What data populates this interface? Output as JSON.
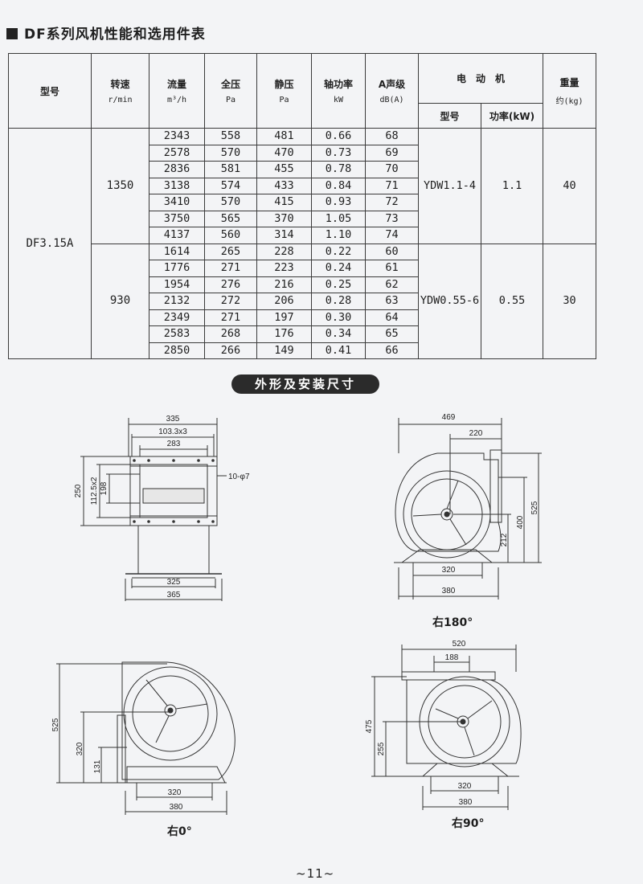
{
  "title": "DF系列风机性能和选用件表",
  "table": {
    "headers": {
      "model": "型号",
      "speed": "转速",
      "speed_unit": "r/min",
      "flow": "流量",
      "flow_unit": "m³/h",
      "total_pressure": "全压",
      "total_pressure_unit": "Pa",
      "static_pressure": "静压",
      "static_pressure_unit": "Pa",
      "shaft_power": "轴功率",
      "shaft_power_unit": "kW",
      "noise": "A声级",
      "noise_unit": "dB(A)",
      "motor": "电　动　机",
      "motor_model": "型号",
      "motor_power": "功率(kW)",
      "weight": "重量",
      "weight_unit": "约(kg)"
    },
    "model_name": "DF3.15A",
    "groups": [
      {
        "speed": "1350",
        "motor_model": "YDW1.1-4",
        "motor_power": "1.1",
        "weight": "40",
        "rows": [
          [
            "2343",
            "558",
            "481",
            "0.66",
            "68"
          ],
          [
            "2578",
            "570",
            "470",
            "0.73",
            "69"
          ],
          [
            "2836",
            "581",
            "455",
            "0.78",
            "70"
          ],
          [
            "3138",
            "574",
            "433",
            "0.84",
            "71"
          ],
          [
            "3410",
            "570",
            "415",
            "0.93",
            "72"
          ],
          [
            "3750",
            "565",
            "370",
            "1.05",
            "73"
          ],
          [
            "4137",
            "560",
            "314",
            "1.10",
            "74"
          ]
        ]
      },
      {
        "speed": "930",
        "motor_model": "YDW0.55-6",
        "motor_power": "0.55",
        "weight": "30",
        "rows": [
          [
            "1614",
            "265",
            "228",
            "0.22",
            "60"
          ],
          [
            "1776",
            "271",
            "223",
            "0.24",
            "61"
          ],
          [
            "1954",
            "276",
            "216",
            "0.25",
            "62"
          ],
          [
            "2132",
            "272",
            "206",
            "0.28",
            "63"
          ],
          [
            "2349",
            "271",
            "197",
            "0.30",
            "64"
          ],
          [
            "2583",
            "268",
            "176",
            "0.34",
            "65"
          ],
          [
            "2850",
            "266",
            "149",
            "0.41",
            "66"
          ]
        ]
      }
    ]
  },
  "section_title": "外形及安装尺寸",
  "drawings": {
    "front": {
      "dims": {
        "d335": "335",
        "d103": "103.3x3",
        "d283": "283",
        "holes": "10-φ7",
        "d250": "250",
        "d112": "112.5x2",
        "d198": "198",
        "d325": "325",
        "d365": "365"
      }
    },
    "r180": {
      "caption": "右180°",
      "dims": {
        "d469": "469",
        "d220": "220",
        "d525": "525",
        "d400": "400",
        "d212": "212",
        "d320": "320",
        "d380": "380"
      }
    },
    "r0": {
      "caption": "右0°",
      "dims": {
        "d525": "525",
        "d320v": "320",
        "d131": "131",
        "d320": "320",
        "d380": "380"
      }
    },
    "r90": {
      "caption": "右90°",
      "dims": {
        "d520": "520",
        "d188": "188",
        "d475": "475",
        "d255": "255",
        "d320": "320",
        "d380": "380"
      }
    }
  },
  "page_number": "~11~"
}
